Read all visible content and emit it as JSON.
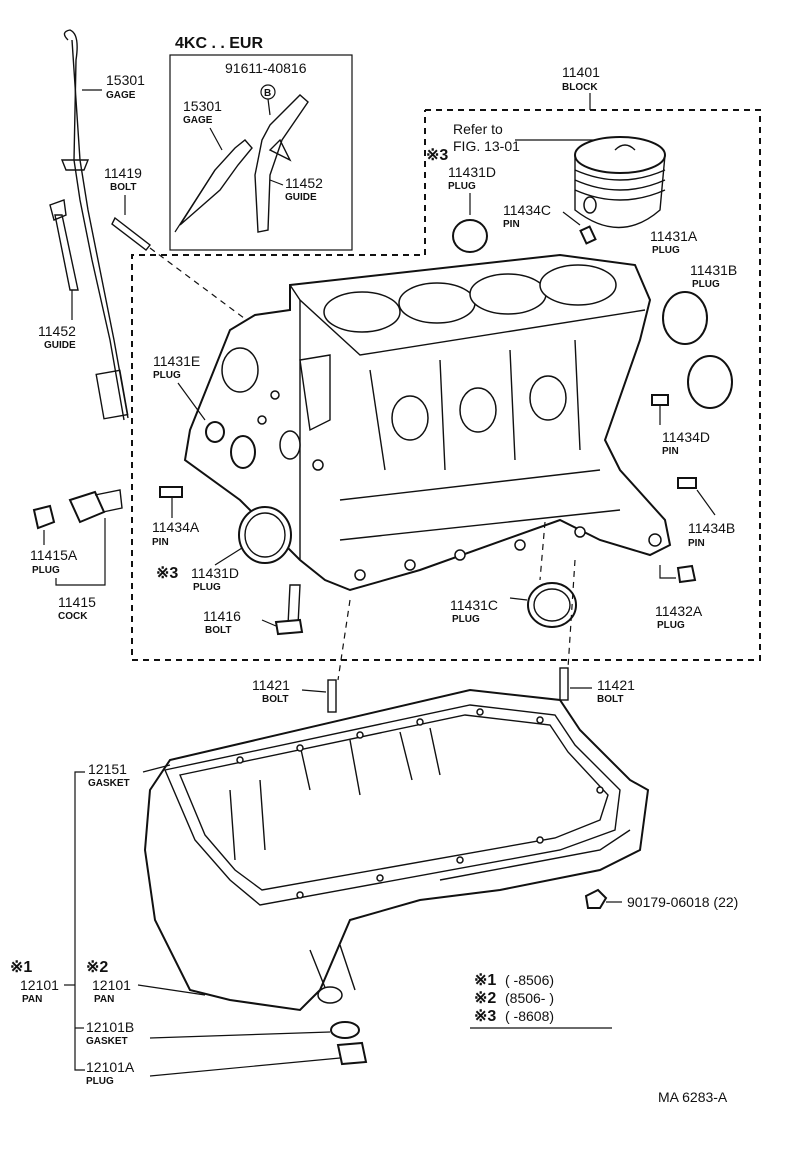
{
  "inset": {
    "title": "4KC . . EUR",
    "part_no": "91611-40816",
    "marker": "B"
  },
  "notes": {
    "refer_line1": "Refer to",
    "refer_line2": "FIG. 13-01",
    "marks": [
      {
        "sym": "※1",
        "text": "(      -8506)"
      },
      {
        "sym": "※2",
        "text": "(8506-       )"
      },
      {
        "sym": "※3",
        "text": "(      -8608)"
      }
    ],
    "callout_1": "※1",
    "callout_2": "※2",
    "callout_3": "※3",
    "drawing_code": "MA  6283-A",
    "nut": "90179-06018 (22)"
  },
  "parts": {
    "p15301": {
      "num": "15301",
      "name": "GAGE"
    },
    "p15301b": {
      "num": "15301",
      "name": "GAGE"
    },
    "p11452b": {
      "num": "11452",
      "name": "GUIDE"
    },
    "p11419": {
      "num": "11419",
      "name": "BOLT"
    },
    "p11452": {
      "num": "11452",
      "name": "GUIDE"
    },
    "p11401": {
      "num": "11401",
      "name": "BLOCK"
    },
    "p11431D_top": {
      "num": "11431D",
      "name": "PLUG"
    },
    "p11434C": {
      "num": "11434C",
      "name": "PIN"
    },
    "p11431A": {
      "num": "11431A",
      "name": "PLUG"
    },
    "p11431B": {
      "num": "11431B",
      "name": "PLUG"
    },
    "p11431E": {
      "num": "11431E",
      "name": "PLUG"
    },
    "p11434D": {
      "num": "11434D",
      "name": "PIN"
    },
    "p11434A": {
      "num": "11434A",
      "name": "PIN"
    },
    "p11434B": {
      "num": "11434B",
      "name": "PIN"
    },
    "p11415A": {
      "num": "11415A",
      "name": "PLUG"
    },
    "p11431D": {
      "num": "11431D",
      "name": "PLUG"
    },
    "p11415": {
      "num": "11415",
      "name": "COCK"
    },
    "p11416": {
      "num": "11416",
      "name": "BOLT"
    },
    "p11431C": {
      "num": "11431C",
      "name": "PLUG"
    },
    "p11432A": {
      "num": "11432A",
      "name": "PLUG"
    },
    "p11421a": {
      "num": "11421",
      "name": "BOLT"
    },
    "p11421b": {
      "num": "11421",
      "name": "BOLT"
    },
    "p12151": {
      "num": "12151",
      "name": "GASKET"
    },
    "p12101a": {
      "num": "12101",
      "name": "PAN"
    },
    "p12101b": {
      "num": "12101",
      "name": "PAN"
    },
    "p12101B": {
      "num": "12101B",
      "name": "GASKET"
    },
    "p12101A": {
      "num": "12101A",
      "name": "PLUG"
    }
  }
}
